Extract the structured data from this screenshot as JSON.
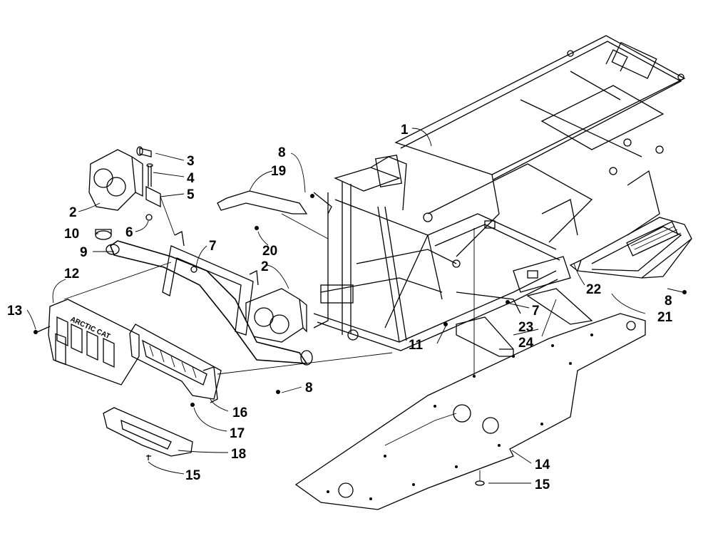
{
  "diagram": {
    "callouts": [
      {
        "id": "c1",
        "label": "1"
      },
      {
        "id": "c2a",
        "label": "2"
      },
      {
        "id": "c2b",
        "label": "2"
      },
      {
        "id": "c3",
        "label": "3"
      },
      {
        "id": "c4",
        "label": "4"
      },
      {
        "id": "c5",
        "label": "5"
      },
      {
        "id": "c6",
        "label": "6"
      },
      {
        "id": "c7a",
        "label": "7"
      },
      {
        "id": "c7b",
        "label": "7"
      },
      {
        "id": "c8a",
        "label": "8"
      },
      {
        "id": "c8b",
        "label": "8"
      },
      {
        "id": "c8c",
        "label": "8"
      },
      {
        "id": "c9",
        "label": "9"
      },
      {
        "id": "c10",
        "label": "10"
      },
      {
        "id": "c11",
        "label": "11"
      },
      {
        "id": "c12",
        "label": "12"
      },
      {
        "id": "c13",
        "label": "13"
      },
      {
        "id": "c14",
        "label": "14"
      },
      {
        "id": "c15a",
        "label": "15"
      },
      {
        "id": "c15b",
        "label": "15"
      },
      {
        "id": "c16",
        "label": "16"
      },
      {
        "id": "c17",
        "label": "17"
      },
      {
        "id": "c18",
        "label": "18"
      },
      {
        "id": "c19",
        "label": "19"
      },
      {
        "id": "c20",
        "label": "20"
      },
      {
        "id": "c21",
        "label": "21"
      },
      {
        "id": "c22",
        "label": "22"
      },
      {
        "id": "c23",
        "label": "23"
      },
      {
        "id": "c24",
        "label": "24"
      }
    ],
    "grille_logo_text": "ARCTIC CAT"
  }
}
